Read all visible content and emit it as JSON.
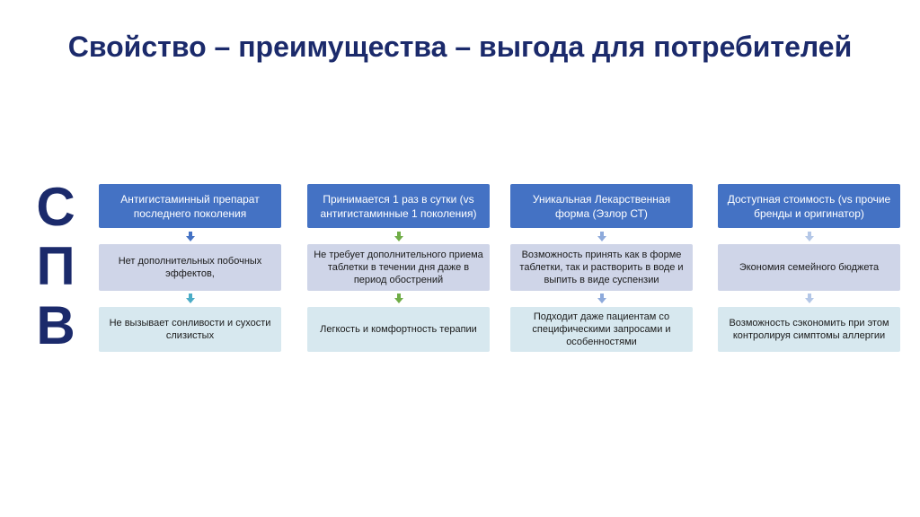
{
  "slide": {
    "title": "Свойство – преимущества – выгода для потребителей",
    "letters": [
      "С",
      "П",
      "В"
    ]
  },
  "columns": [
    {
      "property": "Антигистаминный препарат последнего поколения",
      "advantage": "Нет дополнительных побочных эффектов,",
      "benefit": "Не вызывает сонливости и сухости слизистых",
      "arrow_color": "#4472c4"
    },
    {
      "property": "Принимается 1 раз в сутки (vs антигистаминные 1 поколения)",
      "advantage": "Не требует дополнительного приема таблетки в течении дня даже в период обострений",
      "benefit": "Легкость и комфортность терапии",
      "arrow_color": "#70ad47"
    },
    {
      "property": "Уникальная Лекарственная форма (Эзлор СТ)",
      "advantage": "Возможность принять как в форме таблетки, так и растворить в воде и выпить в виде суспензии",
      "benefit": "Подходит даже пациентам со специфическими запросами и особенностями",
      "arrow_color": "#8eaadb"
    },
    {
      "property": "Доступная стоимость (vs прочие бренды и оригинатор)",
      "advantage": "Экономия семейного бюджета",
      "benefit": "Возможность сэкономить при этом контролируя симптомы аллергии",
      "arrow_color": "#b4c7e7"
    }
  ],
  "colors": {
    "title": "#1b2a6b",
    "property_box": "#4472c4",
    "advantage_box": "#cfd5e8",
    "benefit_box": "#d7e8ef",
    "arrow_row2_col1": "#4bacc6",
    "arrow_row2_col2": "#70ad47"
  }
}
